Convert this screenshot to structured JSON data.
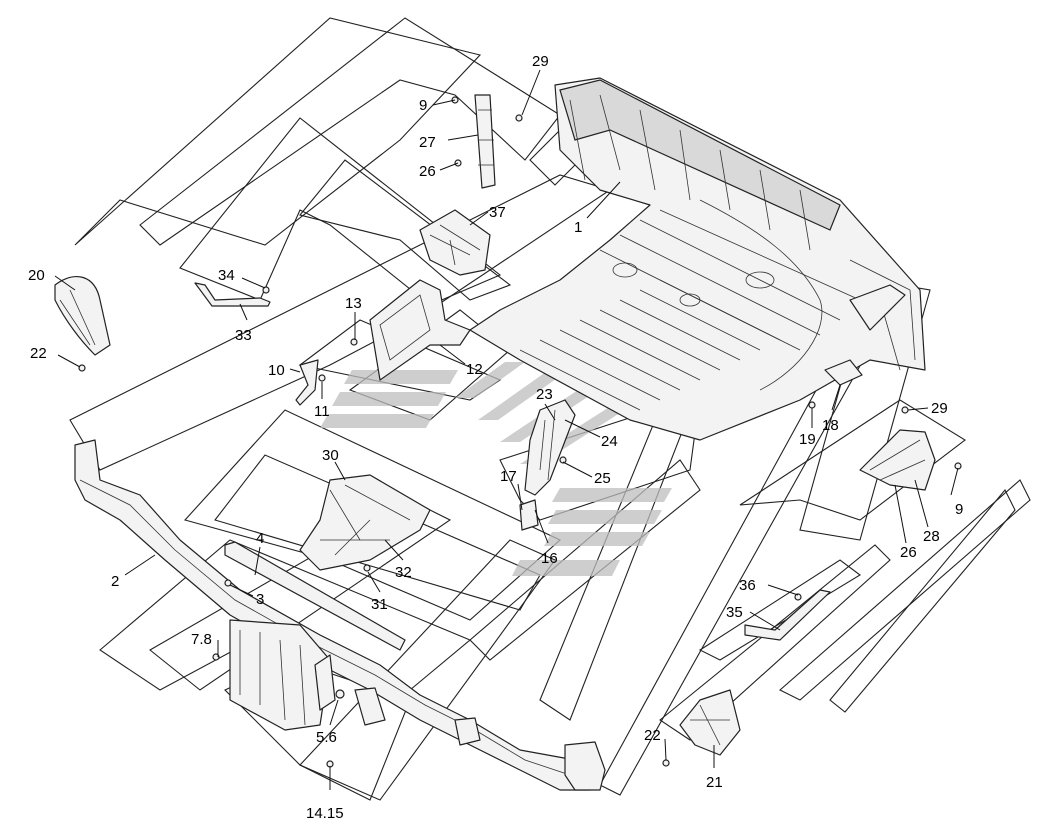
{
  "labels": {
    "l1": "1",
    "l2": "2",
    "l3": "3",
    "l4": "4",
    "l78": "7.8",
    "l56": "5.6",
    "l1415": "14.15",
    "l9a": "9",
    "l9b": "9",
    "l10": "10",
    "l11": "11",
    "l12": "12",
    "l13": "13",
    "l16": "16",
    "l17": "17",
    "l18": "18",
    "l19": "19",
    "l20": "20",
    "l21": "21",
    "l22a": "22",
    "l22b": "22",
    "l23": "23",
    "l24": "24",
    "l25": "25",
    "l26a": "26",
    "l26b": "26",
    "l27": "27",
    "l28": "28",
    "l29a": "29",
    "l29b": "29",
    "l30": "30",
    "l31": "31",
    "l32": "32",
    "l33": "33",
    "l34": "34",
    "l35": "35",
    "l36": "36",
    "l37": "37"
  },
  "colors": {
    "line": "#222222",
    "watermark": "#bdbdbd",
    "part_fill": "#f3f3f3"
  }
}
